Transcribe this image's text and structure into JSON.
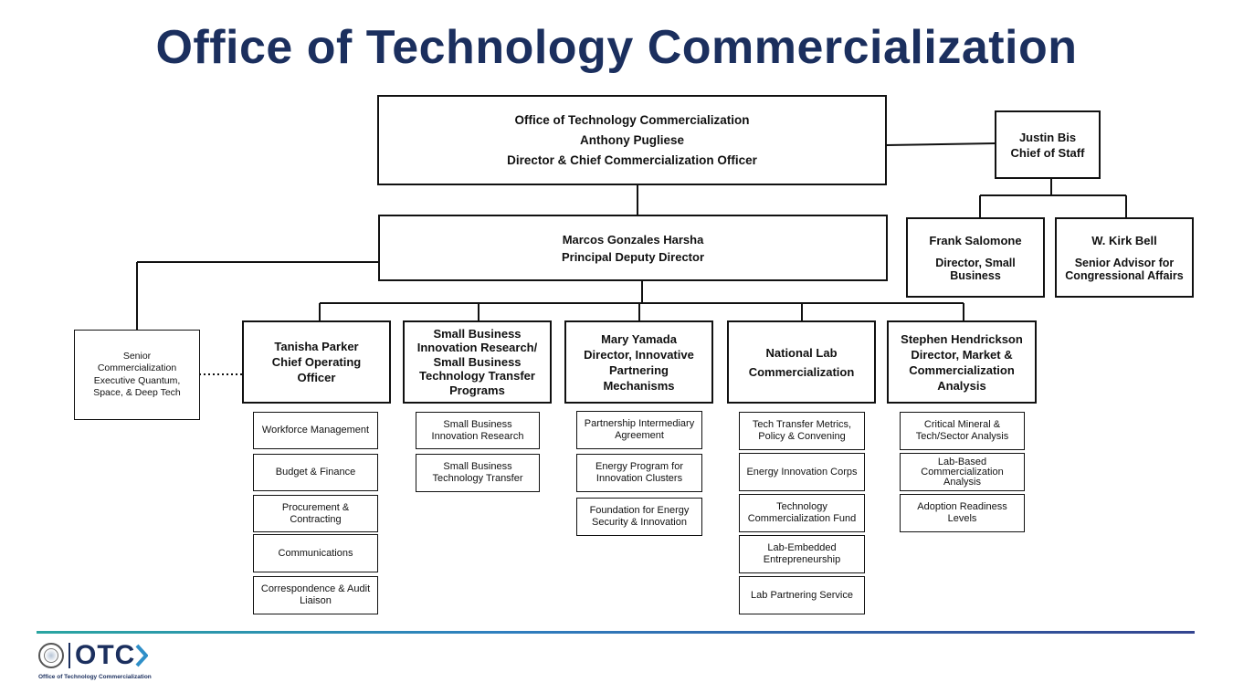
{
  "title": "Office of Technology Commercialization",
  "director": {
    "line1": "Office of Technology Commercialization",
    "line2": "Anthony Pugliese",
    "line3": "Director & Chief Commercialization Officer"
  },
  "chief_of_staff": {
    "name": "Justin Bis",
    "role": "Chief of Staff"
  },
  "deputy": {
    "name": "Marcos Gonzales Harsha",
    "role": "Principal Deputy Director"
  },
  "frank": {
    "name": "Frank Salomone",
    "role": "Director, Small Business"
  },
  "kirk": {
    "name": "W. Kirk Bell",
    "role": "Senior Advisor for Congressional Affairs"
  },
  "senior_exec": {
    "label": "Senior Commercialization Executive Quantum, Space, & Deep Tech"
  },
  "divisions": [
    {
      "label": "Tanisha Parker Chief Operating Officer",
      "items": [
        "Workforce Management",
        "Budget & Finance",
        "Procurement & Contracting",
        "Communications",
        "Correspondence & Audit Liaison"
      ]
    },
    {
      "label": "Small Business Innovation Research/ Small Business Technology Transfer Programs",
      "items": [
        "Small Business Innovation Research",
        "Small Business Technology Transfer"
      ]
    },
    {
      "label": "Mary Yamada Director, Innovative Partnering Mechanisms",
      "items": [
        "Partnership Intermediary Agreement",
        "Energy Program for Innovation Clusters",
        "Foundation for Energy Security & Innovation"
      ]
    },
    {
      "label": "National Lab Commercialization",
      "items": [
        "Tech Transfer Metrics, Policy & Convening",
        "Energy Innovation Corps",
        "Technology Commercialization Fund",
        "Lab-Embedded Entrepreneurship",
        "Lab Partnering Service"
      ]
    },
    {
      "label": "Stephen Hendrickson Director, Market & Commercialization Analysis",
      "items": [
        "Critical Mineral & Tech/Sector Analysis",
        "Lab-Based Commercialization Analysis",
        "Adoption Readiness Levels"
      ]
    }
  ],
  "logo": {
    "text": "OTC",
    "subtitle": "Office of Technology Commercialization"
  }
}
